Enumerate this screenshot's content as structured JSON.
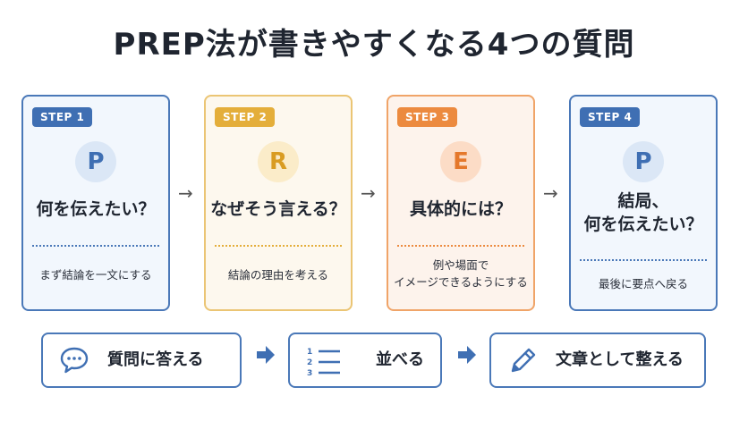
{
  "title": "PREP法が書きやすくなる4つの質問",
  "colors": {
    "blue": "#3f6fb3",
    "yellow": "#e4ae3a",
    "orange": "#ec8a3f"
  },
  "steps": [
    {
      "badge": "STEP 1",
      "letter": "P",
      "question": "何を伝えたい？",
      "description": [
        "まず結論を一文にする"
      ]
    },
    {
      "badge": "STEP 2",
      "letter": "R",
      "question": "なぜそう言える？",
      "description": [
        "結論の理由を考える"
      ]
    },
    {
      "badge": "STEP 3",
      "letter": "E",
      "question": "具体的には？",
      "description": [
        "例や場面で",
        "イメージできるようにする"
      ]
    },
    {
      "badge": "STEP 4",
      "letter": "P",
      "question_lines": [
        "結局、",
        "何を伝えたい？"
      ],
      "description": [
        "最後に要点へ戻る"
      ]
    }
  ],
  "process": [
    {
      "label": "質問に答える",
      "icon": "speech-bubble-icon"
    },
    {
      "label": "並べる",
      "icon": "numbered-list-icon",
      "list_numbers": [
        "1",
        "2",
        "3"
      ]
    },
    {
      "label": "文章として整える",
      "icon": "pencil-icon"
    }
  ]
}
